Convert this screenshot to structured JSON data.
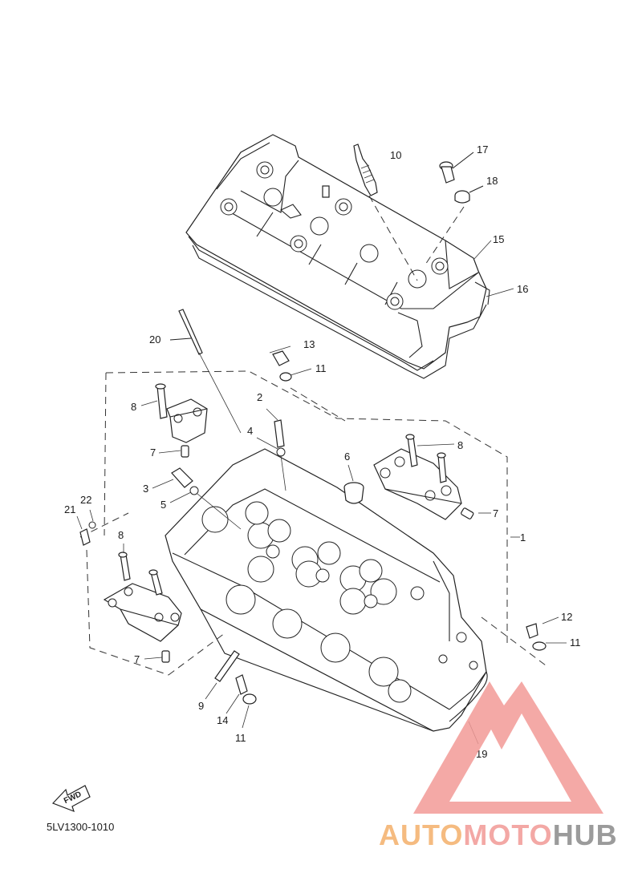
{
  "diagram": {
    "code": "5LV1300-1010",
    "fwd_label": "FWD",
    "callouts": [
      {
        "id": "c1",
        "text": "1"
      },
      {
        "id": "c2",
        "text": "2"
      },
      {
        "id": "c3",
        "text": "3"
      },
      {
        "id": "c4",
        "text": "4"
      },
      {
        "id": "c5",
        "text": "5"
      },
      {
        "id": "c6",
        "text": "6"
      },
      {
        "id": "c7a",
        "text": "7"
      },
      {
        "id": "c7b",
        "text": "7"
      },
      {
        "id": "c7c",
        "text": "7"
      },
      {
        "id": "c8a",
        "text": "8"
      },
      {
        "id": "c8b",
        "text": "8"
      },
      {
        "id": "c8c",
        "text": "8"
      },
      {
        "id": "c9",
        "text": "9"
      },
      {
        "id": "c10",
        "text": "10"
      },
      {
        "id": "c11a",
        "text": "11"
      },
      {
        "id": "c11b",
        "text": "11"
      },
      {
        "id": "c11c",
        "text": "11"
      },
      {
        "id": "c12",
        "text": "12"
      },
      {
        "id": "c13",
        "text": "13"
      },
      {
        "id": "c14",
        "text": "14"
      },
      {
        "id": "c15",
        "text": "15"
      },
      {
        "id": "c16",
        "text": "16"
      },
      {
        "id": "c17",
        "text": "17"
      },
      {
        "id": "c18",
        "text": "18"
      },
      {
        "id": "c19",
        "text": "19"
      },
      {
        "id": "c20",
        "text": "20"
      },
      {
        "id": "c21",
        "text": "21"
      },
      {
        "id": "c22",
        "text": "22"
      }
    ]
  },
  "watermark": {
    "text_part1": "AUTO",
    "text_part2": "MOTO",
    "text_part3": "HUB",
    "color_auto": "#f4b06a",
    "color_moto": "#f29a96",
    "color_hub": "#8a8a8a",
    "color_mark": "#f29a96"
  }
}
